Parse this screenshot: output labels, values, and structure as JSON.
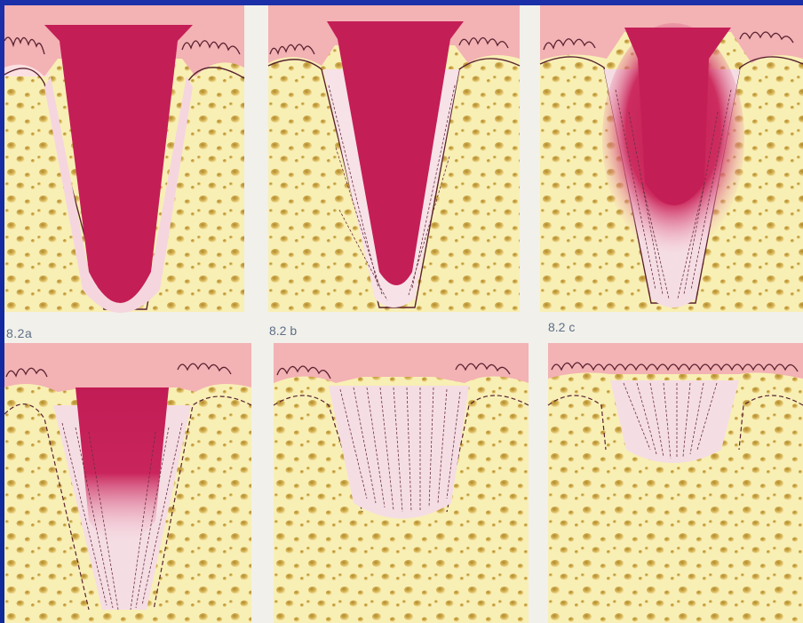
{
  "figure": {
    "panels": [
      {
        "id": "a",
        "caption": "8.2a"
      },
      {
        "id": "b",
        "caption": "8.2 b"
      },
      {
        "id": "c",
        "caption": "8.2 c"
      },
      {
        "id": "d",
        "caption": ""
      },
      {
        "id": "e",
        "caption": ""
      },
      {
        "id": "f",
        "caption": ""
      }
    ]
  },
  "colors": {
    "background": "#1228a0",
    "bone": "#f8efb5",
    "marrow_space": "#d8b65a",
    "gingiva": "#f2aeb0",
    "socket_blood_clot": "#c91f56",
    "new_tissue": "#f6dfe3"
  }
}
